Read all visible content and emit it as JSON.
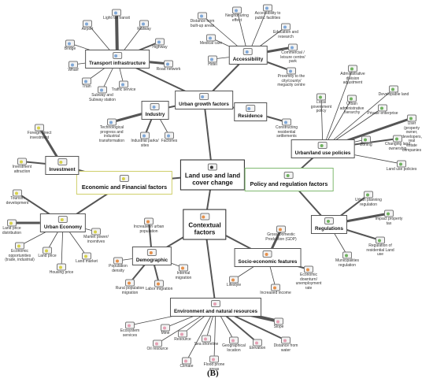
{
  "figure_label": "(B)",
  "colors": {
    "transport": "#7fa8d8",
    "accessibility": "#7fa8d8",
    "industry": "#7fa8d8",
    "residence": "#7fa8d8",
    "economic": "#d8d24a",
    "policy": "#6fb25f",
    "contextual": "#e6904a",
    "demographic": "#e6904a",
    "socio": "#e6904a",
    "environment": "#e6a0b4"
  },
  "nodes": {
    "land_use": "Land use and land\ncover change",
    "urban_growth": "Urban growth factors",
    "transport": "Transport infrastructure",
    "accessibility": "Accessibility",
    "industry": "Industry",
    "residence": "Residence",
    "economic": "Economic and Financial factors",
    "investment": "Investment",
    "urban_economy": "Urban Economy",
    "policy": "Policy and regulation factors",
    "urban_land_policies": "Urban/land use policies",
    "regulations": "Regulations",
    "contextual": "Contextual\nfactors",
    "demographic": "Demographic",
    "socio": "Socio-economic features",
    "environment": "Environment and natural resources"
  },
  "leaves": {
    "light_rail": "Light rail transit",
    "railway": "Railway",
    "airport": "Airport",
    "highway": "Highway",
    "bridge": "Bridge",
    "wharf": "Wharf",
    "road_network": "Road network",
    "train": "Train",
    "traffic_service": "Traffic service",
    "subway": "Subway and\nSubway station",
    "distance_builtup": "Distance from\nbuilt-up areas",
    "neighbouring": "Neighbouring\neffect",
    "public_facilities": "Accessibility to\npublic facilities",
    "education": "Education and\nresearch",
    "medical": "Medical care",
    "commercial": "Commercial /\nleisure centre/\npark",
    "hotel": "Hotel",
    "proximity_city": "Proximity to the\ncity/county/\nmegacity centre",
    "technological": "Technological\nprogress and\nindustrial\ntransformation",
    "industrial_parks": "Industrial parks/\nsites",
    "factories": "Factories",
    "constructing": "Constructing\nresidential\nsettlements",
    "fdi": "Foreign direct\ninvestment",
    "investment_attraction": "Investment\nattraction",
    "tourism": "Tourism\ndevelopment",
    "land_price_dist": "Land price\ndistribution",
    "economic_opp": "Economic\nopportunities\n(trade, industrial)",
    "land_price": "Land price",
    "market_power": "Market power/\nincentives",
    "land_market": "Land market",
    "housing_price": "Housing price",
    "admin_division": "Administrative\ndivision\nadjustment",
    "developable_land": "Developable land",
    "local_gov": "Local\ngovernment\npolicy",
    "urban_admin": "Urban\nadministrative\nhierarchy",
    "private_enterprise": "Private enterprise",
    "user_owner": "User (property\nowner,\ndevelopers, real\nestate\ncompanies",
    "changing_land": "Changing land\nownership",
    "zoning": "Zoning",
    "land_use_policies": "Land use policies",
    "urban_planning": "Urban planning\nregulation",
    "impact_property_tax": "Impact property\ntax",
    "regulation_residential": "Regulation of\nresidential Land\nuse",
    "municipalities": "Municipalities\nregulation",
    "increase_pop": "Increase in urban\npopulation",
    "pop_density": "Population\ndensity",
    "internal_migration": "Internal\nmigration",
    "rural_pop": "Rural population\nmigration",
    "labor_migration": "Labor migration",
    "gdp": "Gross Domestic\nProduction (GDP)",
    "lifestyle": "Lifestyle",
    "economic_downturn": "Economic\ndownturn/\nunemployment\nrate",
    "increased_income": "Increased income",
    "ecosystem": "Ecosystem\nservices",
    "mine": "Mine",
    "resource": "Resource",
    "oil": "Oil resource",
    "climate": "Climate",
    "sea_shoreline": "Sea shoreline",
    "flood": "Flood prone\nareas",
    "geographical": "Geographical\nlocation",
    "elevation": "Elevation",
    "slope": "Slope",
    "distance_water": "Distance from\nwater"
  }
}
